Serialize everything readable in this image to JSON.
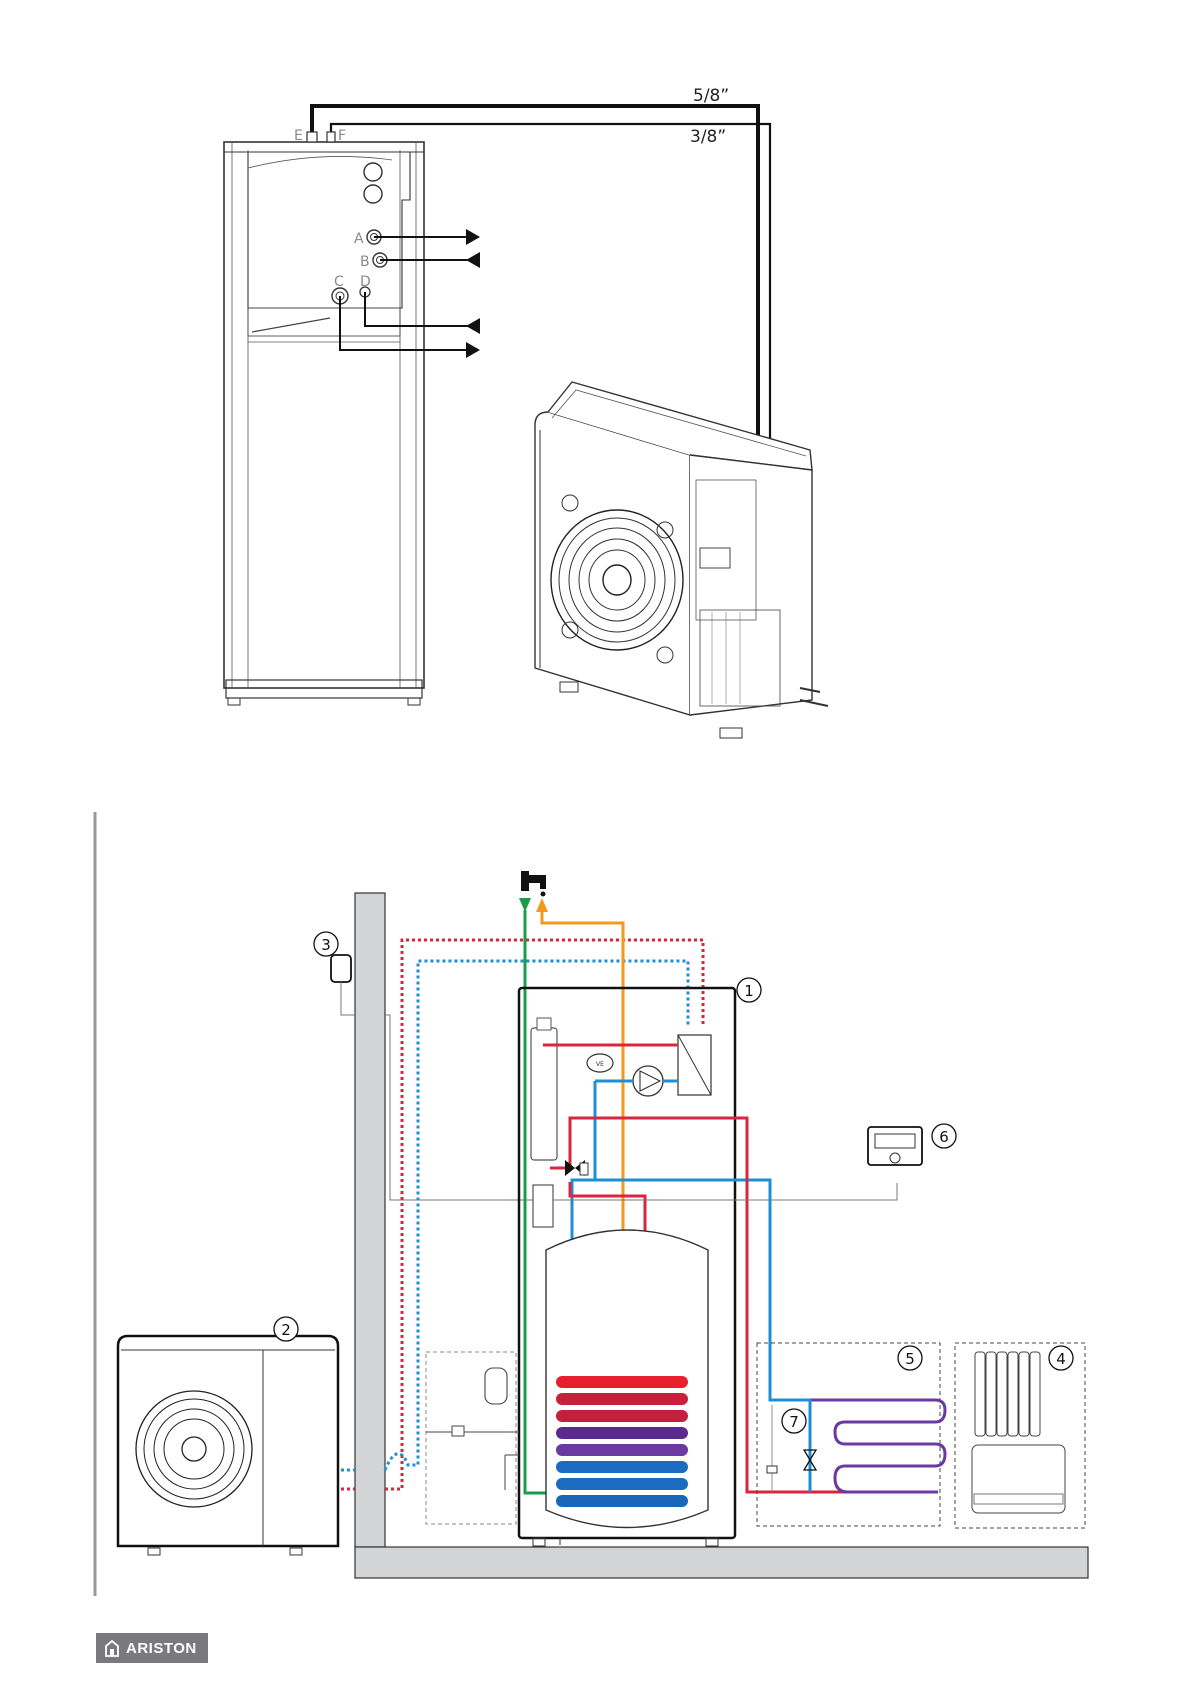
{
  "top_diagram": {
    "pipe_sizes": {
      "large": "5/8”",
      "small": "3/8”"
    },
    "connection_labels": {
      "a": "A",
      "b": "B",
      "c": "C",
      "d": "D",
      "e": "E",
      "f": "F"
    }
  },
  "schematic": {
    "callouts": {
      "indoor_unit": "1",
      "outdoor_unit": "2",
      "outdoor_sensor": "3",
      "radiators": "4",
      "underfloor_heating": "5",
      "room_controller": "6",
      "bypass_valve": "7"
    },
    "pipe_colors": {
      "flow_hot": "#d7263d",
      "return_cold": "#1e8fd6",
      "cold_water_in": "#1a9d4b",
      "hot_water_out": "#f39a1e",
      "wall": "#d3d4d6"
    },
    "expansion_vessel_label": "VE"
  },
  "footer": {
    "brand": "ARISTON"
  }
}
